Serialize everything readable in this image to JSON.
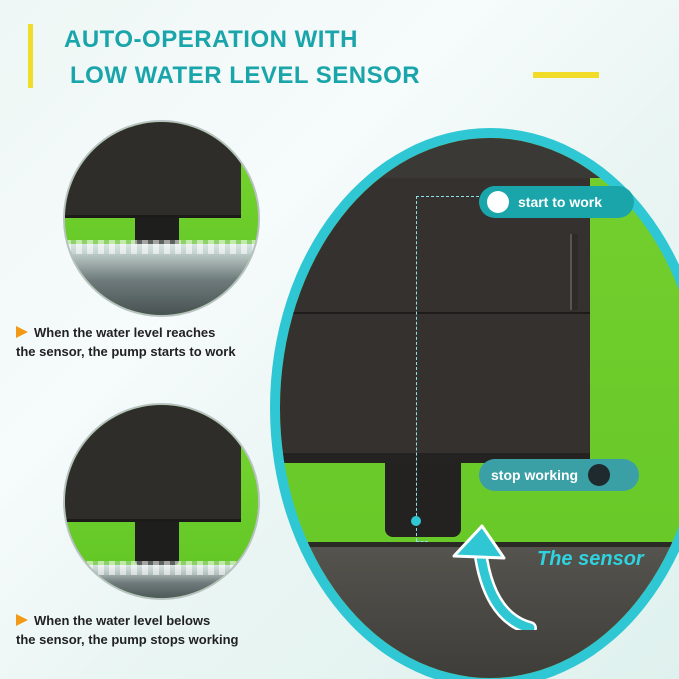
{
  "title": {
    "line1": "AUTO-OPERATION WITH",
    "line2": "LOW WATER LEVEL SENSOR"
  },
  "captions": [
    {
      "line1": "When the water level reaches",
      "line2": "the sensor, the pump starts to work"
    },
    {
      "line1": "When the water level belows",
      "line2": "the sensor, the pump stops working"
    }
  ],
  "labels": {
    "start": "start to work",
    "stop": "stop working",
    "sensor": "The sensor"
  },
  "colors": {
    "accent_teal": "#1aa5ab",
    "ring_cyan": "#2fc7d3",
    "title_bar_yellow": "#f2dc2a",
    "caption_arrow_orange": "#f29a16",
    "background_green": "#6ccd2c"
  }
}
